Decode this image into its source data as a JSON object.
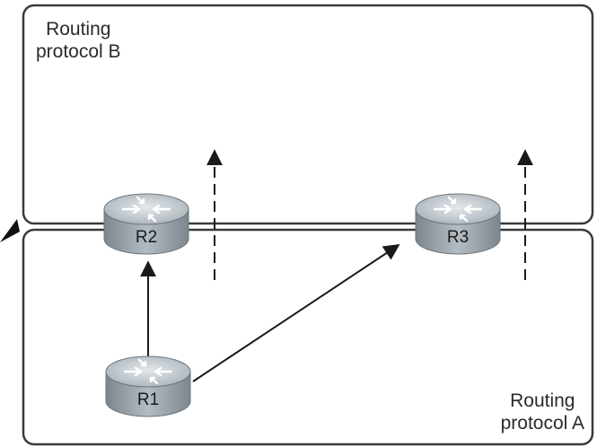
{
  "regions": {
    "top": {
      "line1": "Routing",
      "line2": "protocol B"
    },
    "bottom": {
      "line1": "Routing",
      "line2": "protocol A"
    }
  },
  "routers": {
    "r1": {
      "label": "R1"
    },
    "r2": {
      "label": "R2"
    },
    "r3": {
      "label": "R3"
    }
  },
  "colors": {
    "outline": "#3a3a3a",
    "router_body": "#a9b1b8",
    "router_top": "#c9d0d6",
    "arrow": "#1a1a1a"
  }
}
